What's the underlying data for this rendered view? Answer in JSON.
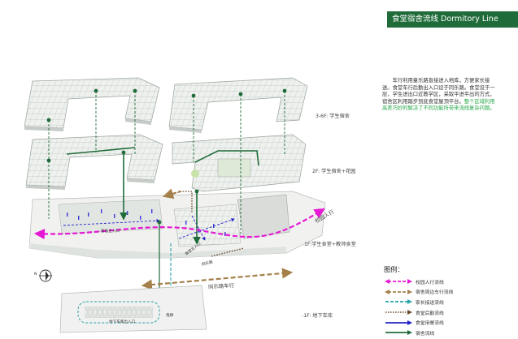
{
  "title": "食堂宿舍流线  Dormitory Line",
  "description": {
    "main": "车行利用童乐路直接进入地库，方便家长接送。食堂车行后勤出入口设于同乐路。食堂设于一层，学生进出口近教学区，采取平进平出的方式，宿舍区利用踏步到底食堂屋顶平台。",
    "highlight": "整个区域利用高差巧妙的解决了不同功能所带来流线复杂问题。"
  },
  "floors": {
    "f36": "3-6F: 学生宿舍",
    "f2": "2F: 学生宿舍+花园",
    "f1": "1F:学生食堂+教师食堂",
    "b1": "-1F: 地下车库"
  },
  "labels": {
    "dorm_entrance": "宿舍主入口",
    "canteen_entrance": "食堂主入口",
    "school_road": "校园人行",
    "tongle_road": "同乐路车行",
    "tongle_road_small": "同乐路",
    "garage_exit": "地下车库出入口",
    "stair": "电梯",
    "north": "N"
  },
  "legend": {
    "title": "图例：",
    "items": [
      {
        "label": "校园人行流线",
        "color": "#e619d4",
        "style": "dash-bi"
      },
      {
        "label": "宿舍周边车行流线",
        "color": "#a5804a",
        "style": "dash-bi"
      },
      {
        "label": "家长接送流线",
        "color": "#2aa3a8",
        "style": "dash"
      },
      {
        "label": "食堂后勤流线",
        "color": "#6b4a2a",
        "style": "dot"
      },
      {
        "label": "食堂用餐流线",
        "color": "#2222c8",
        "style": "solid"
      },
      {
        "label": "宿舍流线",
        "color": "#1f6b3a",
        "style": "solid"
      }
    ]
  }
}
